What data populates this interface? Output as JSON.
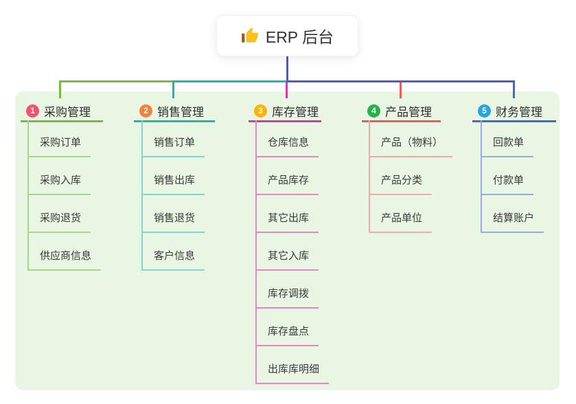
{
  "root": {
    "title": "ERP 后台",
    "icon": "thumbs-up"
  },
  "colors": {
    "connector_blue": "#4a5cc5",
    "panel_bg": "#eaf6e4",
    "card_bg": "#ffffff",
    "text": "#333333"
  },
  "branches": [
    {
      "num": "1",
      "label": "采购管理",
      "badge_color": "#f4536e",
      "line_color": "#7db840",
      "sub_color": "#abd784",
      "items": [
        "采购订单",
        "采购入库",
        "采购退货",
        "供应商信息"
      ]
    },
    {
      "num": "2",
      "label": "销售管理",
      "badge_color": "#f6813b",
      "line_color": "#19b9b1",
      "sub_color": "#82d6d0",
      "items": [
        "销售订单",
        "销售出库",
        "销售退货",
        "客户信息"
      ]
    },
    {
      "num": "3",
      "label": "库存管理",
      "badge_color": "#fcb404",
      "line_color": "#d63ba0",
      "sub_color": "#ec82c8",
      "items": [
        "仓库信息",
        "产品库存",
        "其它出库",
        "其它入库",
        "库存调拨",
        "库存盘点",
        "出库库明细"
      ]
    },
    {
      "num": "4",
      "label": "产品管理",
      "badge_color": "#25b34c",
      "line_color": "#f05a5c",
      "sub_color": "#f7a8a8",
      "items": [
        "产品（物料）",
        "产品分类",
        "产品单位"
      ]
    },
    {
      "num": "5",
      "label": "财务管理",
      "badge_color": "#2ba2de",
      "line_color": "#3f69d5",
      "sub_color": "#97abe3",
      "items": [
        "回款单",
        "付款单",
        "结算账户"
      ]
    }
  ]
}
